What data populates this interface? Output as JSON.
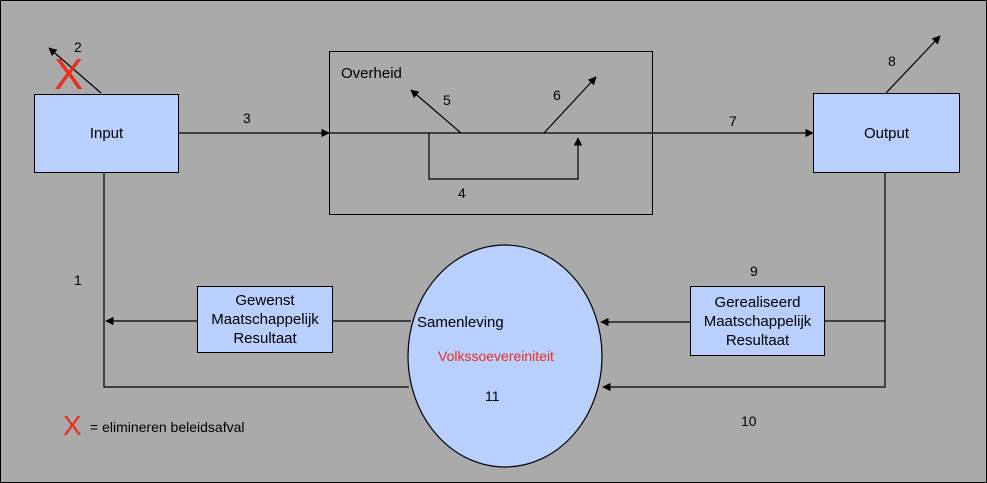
{
  "boxes": {
    "input": "Input",
    "output": "Output",
    "overheid": "Overheid",
    "gewenst": [
      "Gewenst",
      "Maatschappelijk",
      "Resultaat"
    ],
    "gerealiseerd": [
      "Gerealiseerd",
      "Maatschappelijk",
      "Resultaat"
    ]
  },
  "circle": {
    "title": "Samenleving",
    "subtitle": "Volkssoevereiniteit",
    "number": "11"
  },
  "numbers": {
    "n1": "1",
    "n2": "2",
    "n3": "3",
    "n4": "4",
    "n5": "5",
    "n6": "6",
    "n7": "7",
    "n8": "8",
    "n9": "9",
    "n10": "10"
  },
  "marks": {
    "cross": "X"
  },
  "legend": {
    "symbol": "X",
    "text": "= elimineren beleidsafval"
  },
  "colors": {
    "background": "#aaaaaa",
    "box_fill": "#b9cffd",
    "line": "#000000",
    "accent_red": "#e8301c"
  }
}
